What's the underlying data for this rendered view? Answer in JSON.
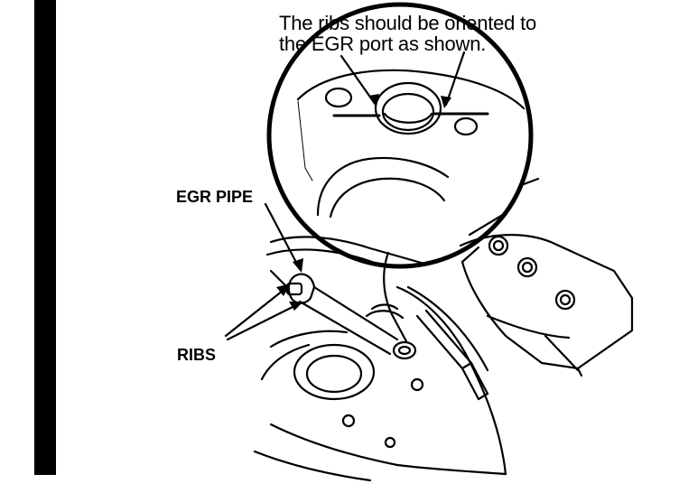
{
  "caption": {
    "line1": "The ribs should be oriented to",
    "line2": "the EGR port as shown."
  },
  "labels": {
    "egr_pipe": "EGR PIPE",
    "ribs": "RIBS"
  },
  "colors": {
    "ink": "#000000",
    "paper": "#ffffff"
  }
}
